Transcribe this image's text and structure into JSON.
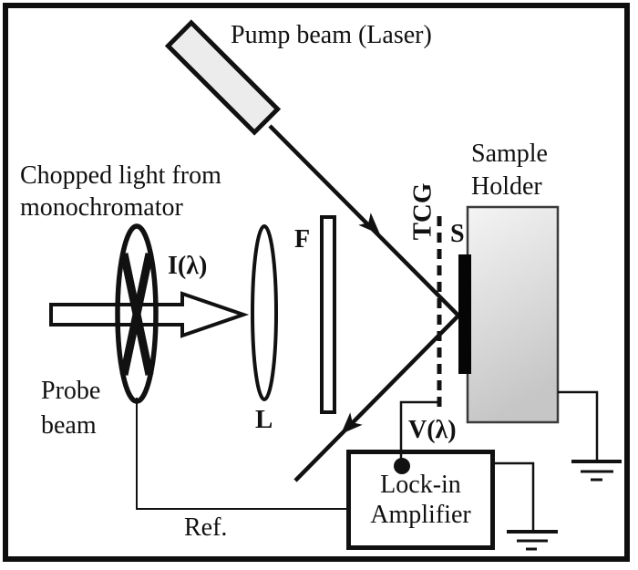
{
  "diagram": {
    "labels": {
      "pump_beam": "Pump beam (Laser)",
      "chopped_light_line1": "Chopped light from",
      "chopped_light_line2": "monochromator",
      "intensity": "I(λ)",
      "filter": "F",
      "lens": "L",
      "probe_line1": "Probe",
      "probe_line2": "beam",
      "reference": "Ref.",
      "sample_holder_line1": "Sample",
      "sample_holder_line2": "Holder",
      "sample": "S",
      "tcg": "TCG",
      "voltage": "V(λ)",
      "lockin_line1": "Lock-in",
      "lockin_line2": "Amplifier"
    },
    "colors": {
      "ink": "#111111",
      "laser_fill": "#ececec",
      "holder_fill_top": "#f4f4f4",
      "holder_fill_bottom": "#c6c6c6",
      "sample_fill": "#050505",
      "background": "#ffffff"
    },
    "components": [
      "pump-laser-source",
      "pump-beam",
      "chopper-wheel",
      "probe-beam-arrow",
      "lens",
      "optical-filter",
      "tcg-dashed-line",
      "sample",
      "sample-holder",
      "lock-in-amplifier",
      "reference-wire",
      "signal-wire",
      "ground-symbols"
    ]
  }
}
